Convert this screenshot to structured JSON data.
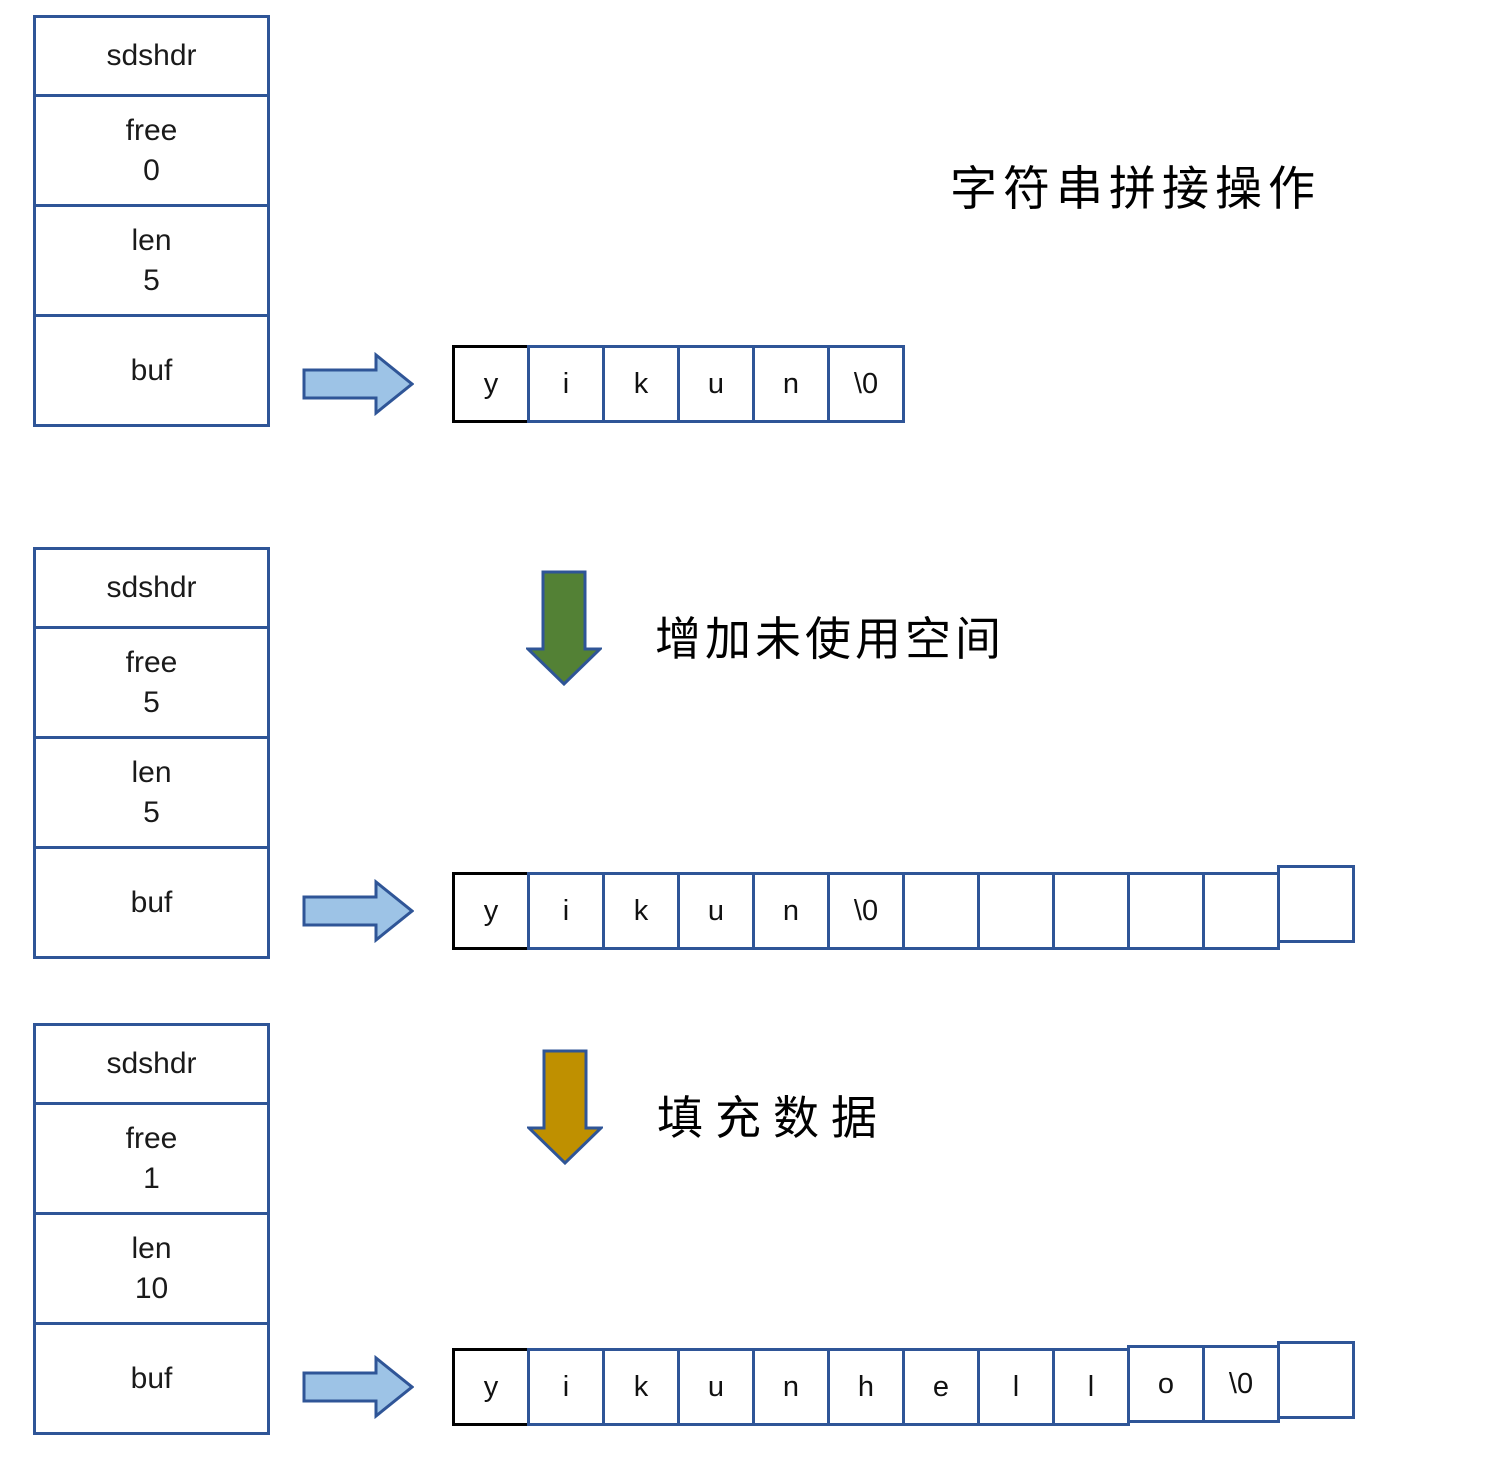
{
  "title": "字符串拼接操作",
  "colors": {
    "box_border": "#2f5597",
    "first_cell_border": "#000000",
    "pointer_arrow_fill": "#9dc3e6",
    "arrow_outline": "#2f5597",
    "step1_arrow_fill": "#538135",
    "step2_arrow_fill": "#bf9000"
  },
  "stages": [
    {
      "struct": {
        "title": "sdshdr",
        "fields": [
          {
            "label": "free",
            "value": "0"
          },
          {
            "label": "len",
            "value": "5"
          },
          {
            "label": "buf"
          }
        ]
      },
      "buffer": [
        "y",
        "i",
        "k",
        "u",
        "n",
        "\\0"
      ]
    },
    {
      "step_label": "增加未使用空间",
      "struct": {
        "title": "sdshdr",
        "fields": [
          {
            "label": "free",
            "value": "5"
          },
          {
            "label": "len",
            "value": "5"
          },
          {
            "label": "buf"
          }
        ]
      },
      "buffer": [
        "y",
        "i",
        "k",
        "u",
        "n",
        "\\0",
        "",
        "",
        "",
        "",
        "",
        ""
      ]
    },
    {
      "step_label": "填充数据",
      "struct": {
        "title": "sdshdr",
        "fields": [
          {
            "label": "free",
            "value": "1"
          },
          {
            "label": "len",
            "value": "10"
          },
          {
            "label": "buf"
          }
        ]
      },
      "buffer": [
        "y",
        "i",
        "k",
        "u",
        "n",
        "h",
        "e",
        "l",
        "l",
        "o",
        "\\0",
        ""
      ]
    }
  ]
}
